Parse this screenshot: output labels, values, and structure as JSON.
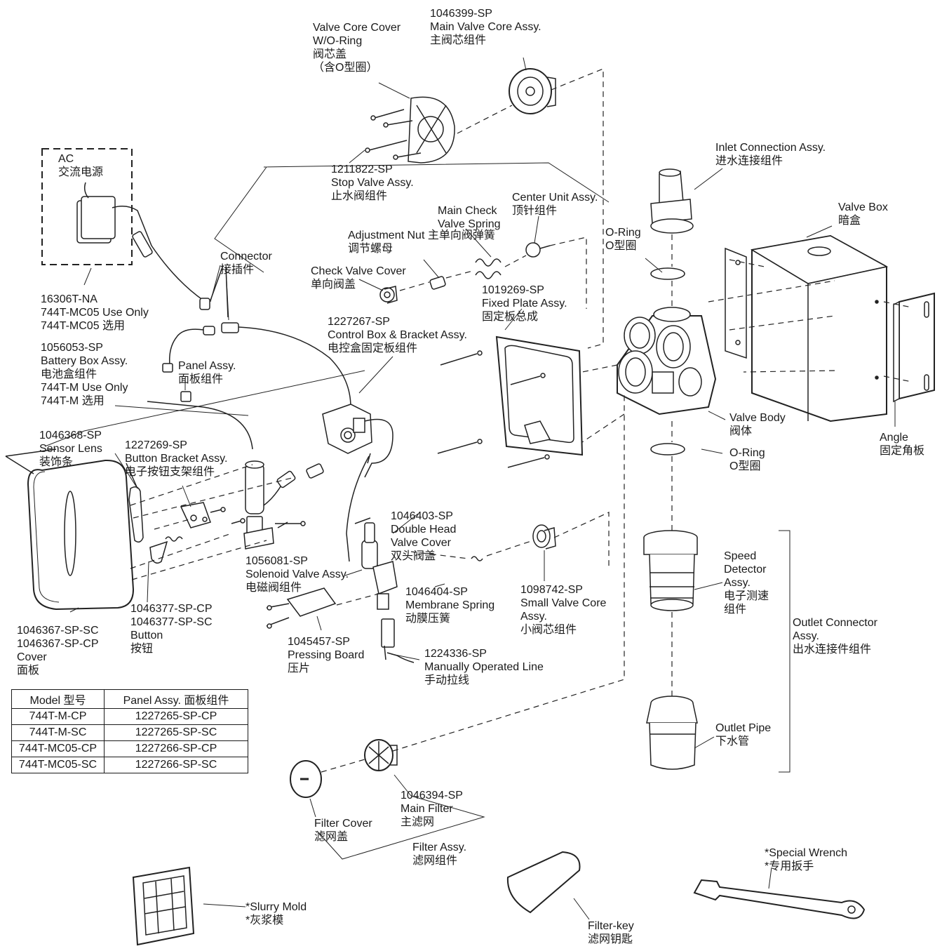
{
  "labels": {
    "ac_power": [
      "AC",
      "交流电源"
    ],
    "main_valve_core": [
      "1046399-SP",
      "Main Valve Core Assy.",
      "主阀芯组件"
    ],
    "valve_core_cover": [
      "Valve Core Cover",
      "W/O-Ring",
      "阀芯盖",
      "（含O型圈）"
    ],
    "stop_valve": [
      "1211822-SP",
      "Stop Valve Assy.",
      "止水阀组件"
    ],
    "inlet_connection": [
      "Inlet Connection Assy.",
      "进水连接组件"
    ],
    "center_unit": [
      "Center Unit Assy.",
      "顶针组件"
    ],
    "main_check_spring": [
      "Main Check",
      "Valve Spring"
    ],
    "adjustment_nut": [
      "Adjustment Nut 主单向阀弹簧",
      "调节螺母"
    ],
    "o_ring_top": [
      "O-Ring",
      "O型圈"
    ],
    "valve_box": [
      "Valve Box",
      "暗盒"
    ],
    "connector": [
      "Connector",
      "接插件"
    ],
    "check_valve_cover": [
      "Check Valve Cover",
      "单向阀盖"
    ],
    "fixed_plate": [
      "1019269-SP",
      "Fixed Plate Assy.",
      "固定板总成"
    ],
    "control_box": [
      "1227267-SP",
      "Control Box & Bracket Assy.",
      "电控盒固定板组件"
    ],
    "ac_module": [
      "16306T-NA",
      "744T-MC05 Use Only",
      "744T-MC05 选用"
    ],
    "battery_box": [
      "1056053-SP",
      "Battery Box Assy.",
      "电池盒组件",
      "744T-M Use Only",
      "744T-M 选用"
    ],
    "panel_assy": [
      "Panel Assy.",
      "面板组件"
    ],
    "sensor_lens": [
      "1046368-SP",
      "Sensor Lens",
      "装饰条"
    ],
    "button_bracket": [
      "1227269-SP",
      "Button Bracket Assy.",
      "电子按钮支架组件"
    ],
    "valve_body": [
      "Valve Body",
      "阀体"
    ],
    "angle": [
      "Angle",
      "固定角板"
    ],
    "o_ring_bottom": [
      "O-Ring",
      "O型圈"
    ],
    "double_head_cover": [
      "1046403-SP",
      "Double Head",
      "Valve Cover",
      "双头阀盖"
    ],
    "speed_detector": [
      "Speed",
      "Detector",
      "Assy.",
      "电子测速",
      "组件"
    ],
    "solenoid_valve": [
      "1056081-SP",
      "Solenoid Valve Assy.",
      "电磁阀组件"
    ],
    "small_valve_core": [
      "1098742-SP",
      "Small Valve Core",
      "Assy.",
      "小阀芯组件"
    ],
    "membrane_spring": [
      "1046404-SP",
      "Membrane Spring",
      "动膜压簧"
    ],
    "button": [
      "1046377-SP-CP",
      "1046377-SP-SC",
      "Button",
      "按钮"
    ],
    "cover": [
      "1046367-SP-SC",
      "1046367-SP-CP",
      "Cover",
      "面板"
    ],
    "pressing_board": [
      "1045457-SP",
      "Pressing Board",
      "压片"
    ],
    "manual_line": [
      "1224336-SP",
      "Manually Operated Line",
      "手动拉线"
    ],
    "outlet_connector": [
      "Outlet Connector",
      "Assy.",
      "出水连接件组件"
    ],
    "outlet_pipe": [
      "Outlet Pipe",
      "下水管"
    ],
    "main_filter": [
      "1046394-SP",
      "Main Filter",
      "主滤网"
    ],
    "filter_cover": [
      "Filter Cover",
      "滤网盖"
    ],
    "filter_assy": [
      "Filter Assy.",
      "滤网组件"
    ],
    "special_wrench": [
      "*Special Wrench",
      "*专用扳手"
    ],
    "slurry_mold": [
      "*Slurry Mold",
      "*灰浆模"
    ],
    "filter_key": [
      "Filter-key",
      "滤网钥匙"
    ]
  },
  "table": {
    "headers": [
      "Model 型号",
      "Panel Assy. 面板组件"
    ],
    "rows": [
      [
        "744T-M-CP",
        "1227265-SP-CP"
      ],
      [
        "744T-M-SC",
        "1227265-SP-SC"
      ],
      [
        "744T-MC05-CP",
        "1227266-SP-CP"
      ],
      [
        "744T-MC05-SC",
        "1227266-SP-SC"
      ]
    ]
  }
}
